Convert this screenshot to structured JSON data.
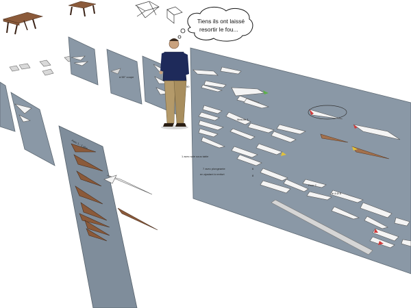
{
  "speech_bubble": {
    "line1": "Tiens ils ont laissé",
    "line2": "resortir le fou..."
  },
  "labels": {
    "cut_55": "à 55° coupe",
    "cut_50": "50",
    "saw_table": "1 avec scie sous table",
    "plunge_line1": "7 avec plongeante",
    "plunge_line2": "en ajustant à renfort",
    "num_6": "6",
    "num_8": "8"
  },
  "colors": {
    "panel": "#8a98a6",
    "wood": "#8b5a3a",
    "accent_red": "#d23a3a",
    "accent_green": "#5db04a",
    "accent_yellow": "#e2c23a"
  }
}
